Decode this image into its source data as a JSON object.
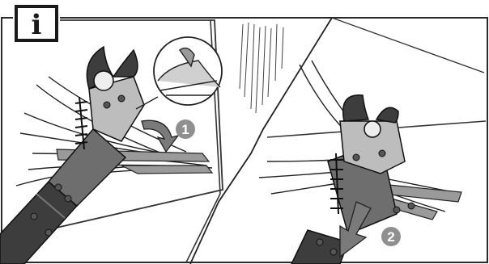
{
  "info_badge": {
    "label": "i"
  },
  "steps": [
    {
      "label": "1"
    },
    {
      "label": "2"
    }
  ],
  "colors": {
    "frame": "#2b2b2b",
    "step_badge": "#8f8f8f",
    "tool_dark": "#3d3d3d",
    "tool_mid": "#6e6e6e",
    "tool_light": "#bdbdbd",
    "arrow_fill": "#7a7a7a"
  }
}
